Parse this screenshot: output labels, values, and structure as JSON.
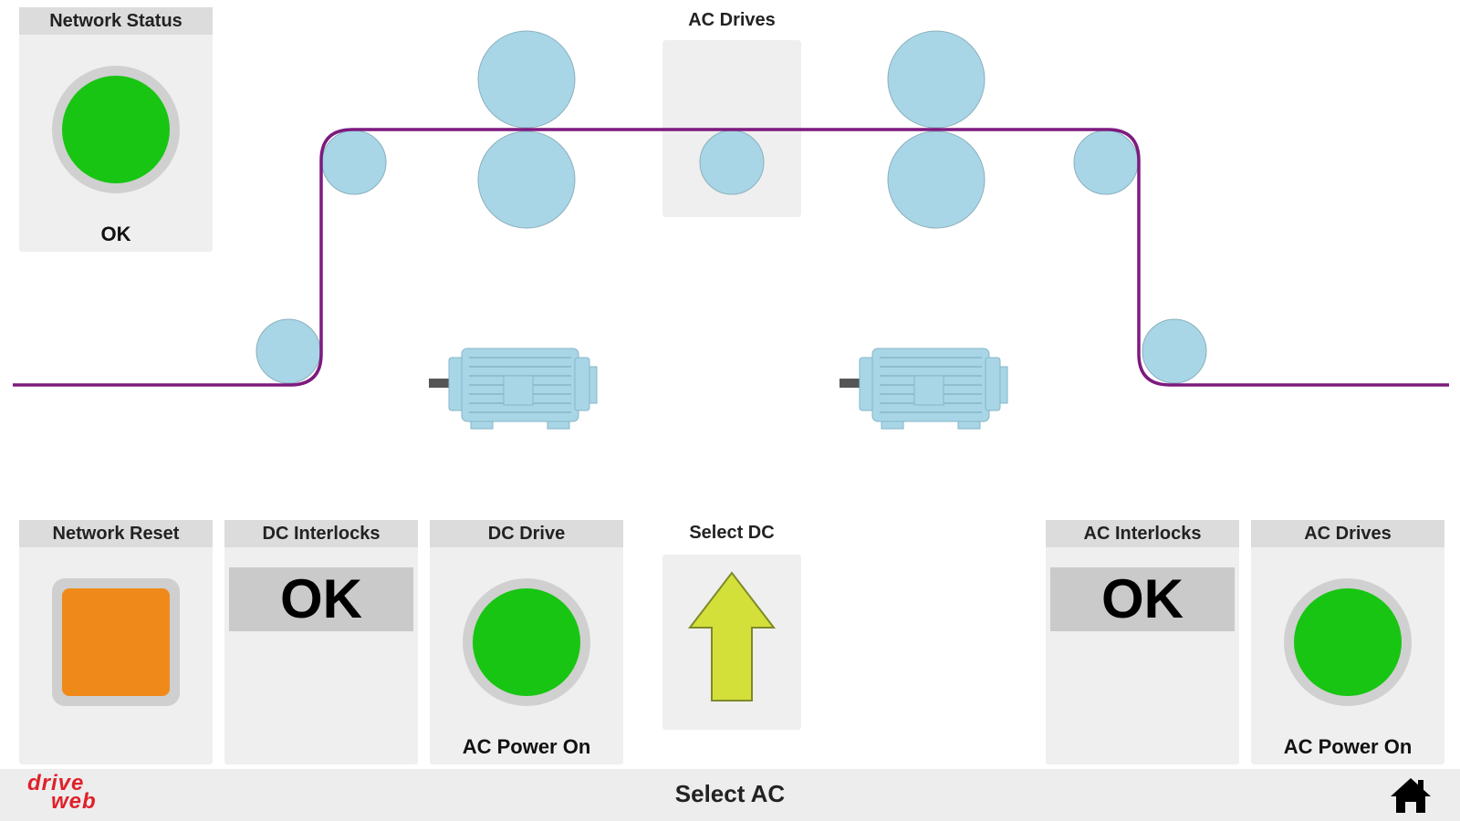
{
  "colors": {
    "web_line": "#7d1a7f",
    "roller_fill": "#a8d6e6",
    "roller_stroke": "#8bb0be",
    "motor_fill": "#a8d6e6",
    "motor_stroke": "#86b6c8",
    "motor_shaft": "#555555",
    "lamp_green": "#18c513",
    "lamp_ring": "#d0d0d0",
    "reset_orange": "#ef8a1a",
    "arrow_fill": "#d4e03a",
    "arrow_stroke": "#7e8a2a",
    "logo_red": "#e0202a"
  },
  "top_panels": {
    "network_status": {
      "title": "Network Status",
      "status": "OK",
      "icon": "status-lamp-green"
    },
    "ac_drives_top": {
      "title": "AC Drives"
    }
  },
  "bottom_panels": {
    "network_reset": {
      "title": "Network Reset",
      "icon": "reset-button-orange"
    },
    "dc_interlocks": {
      "title": "DC Interlocks",
      "value": "OK"
    },
    "dc_drive": {
      "title": "DC Drive",
      "status": "AC Power On",
      "icon": "status-lamp-green"
    },
    "select_dc": {
      "title": "Select DC",
      "icon": "arrow-up-icon"
    },
    "ac_interlocks": {
      "title": "AC Interlocks",
      "value": "OK"
    },
    "ac_drives": {
      "title": "AC Drives",
      "status": "AC Power On",
      "icon": "status-lamp-green"
    }
  },
  "footer": {
    "title": "Select AC",
    "logo_line1": "drive",
    "logo_line2": "web",
    "home_icon": "home-icon"
  }
}
